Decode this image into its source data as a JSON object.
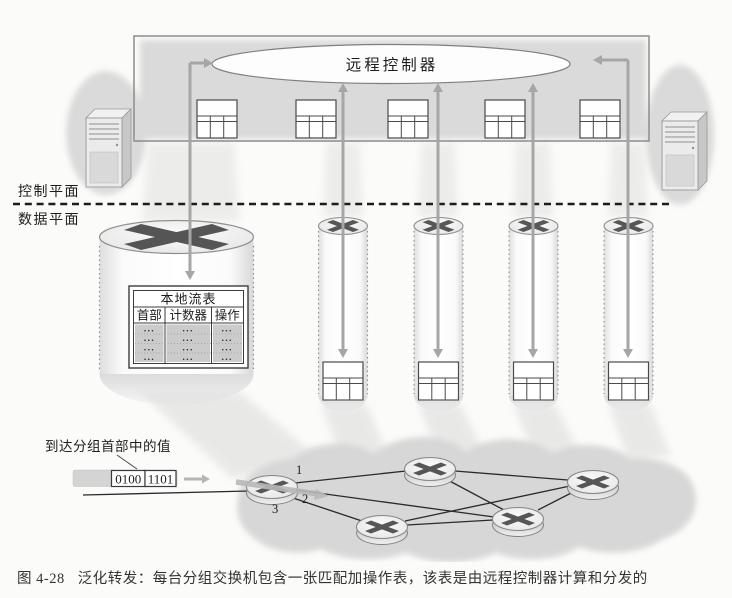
{
  "figure": {
    "caption_label": "图 4-28",
    "caption_text": "泛化转发：每台分组交换机包含一张匹配加操作表，该表是由远程控制器计算和分发的"
  },
  "controller": {
    "label": "远程控制器"
  },
  "planes": {
    "control_label": "控制平面",
    "data_label": "数据平面"
  },
  "local_flow_table": {
    "title": "本地流表",
    "columns": [
      "首部",
      "计数器",
      "操作"
    ],
    "rows": [
      [
        "•••",
        "•••",
        "•••"
      ],
      [
        "•••",
        "•••",
        "•••"
      ],
      [
        "•••",
        "•••",
        "•••"
      ],
      [
        "•••",
        "•••",
        "•••"
      ]
    ]
  },
  "packet": {
    "arrival_label": "到达分组首部中的值",
    "header_fields": [
      "0100",
      "1101"
    ]
  },
  "switch_ports": [
    "1",
    "2",
    "3"
  ],
  "colors": {
    "cloud_gray": "#d7d7d7",
    "arrow_gray": "#a6a6a6",
    "line_dark": "#2a2a2a",
    "x_dark": "#565656"
  }
}
